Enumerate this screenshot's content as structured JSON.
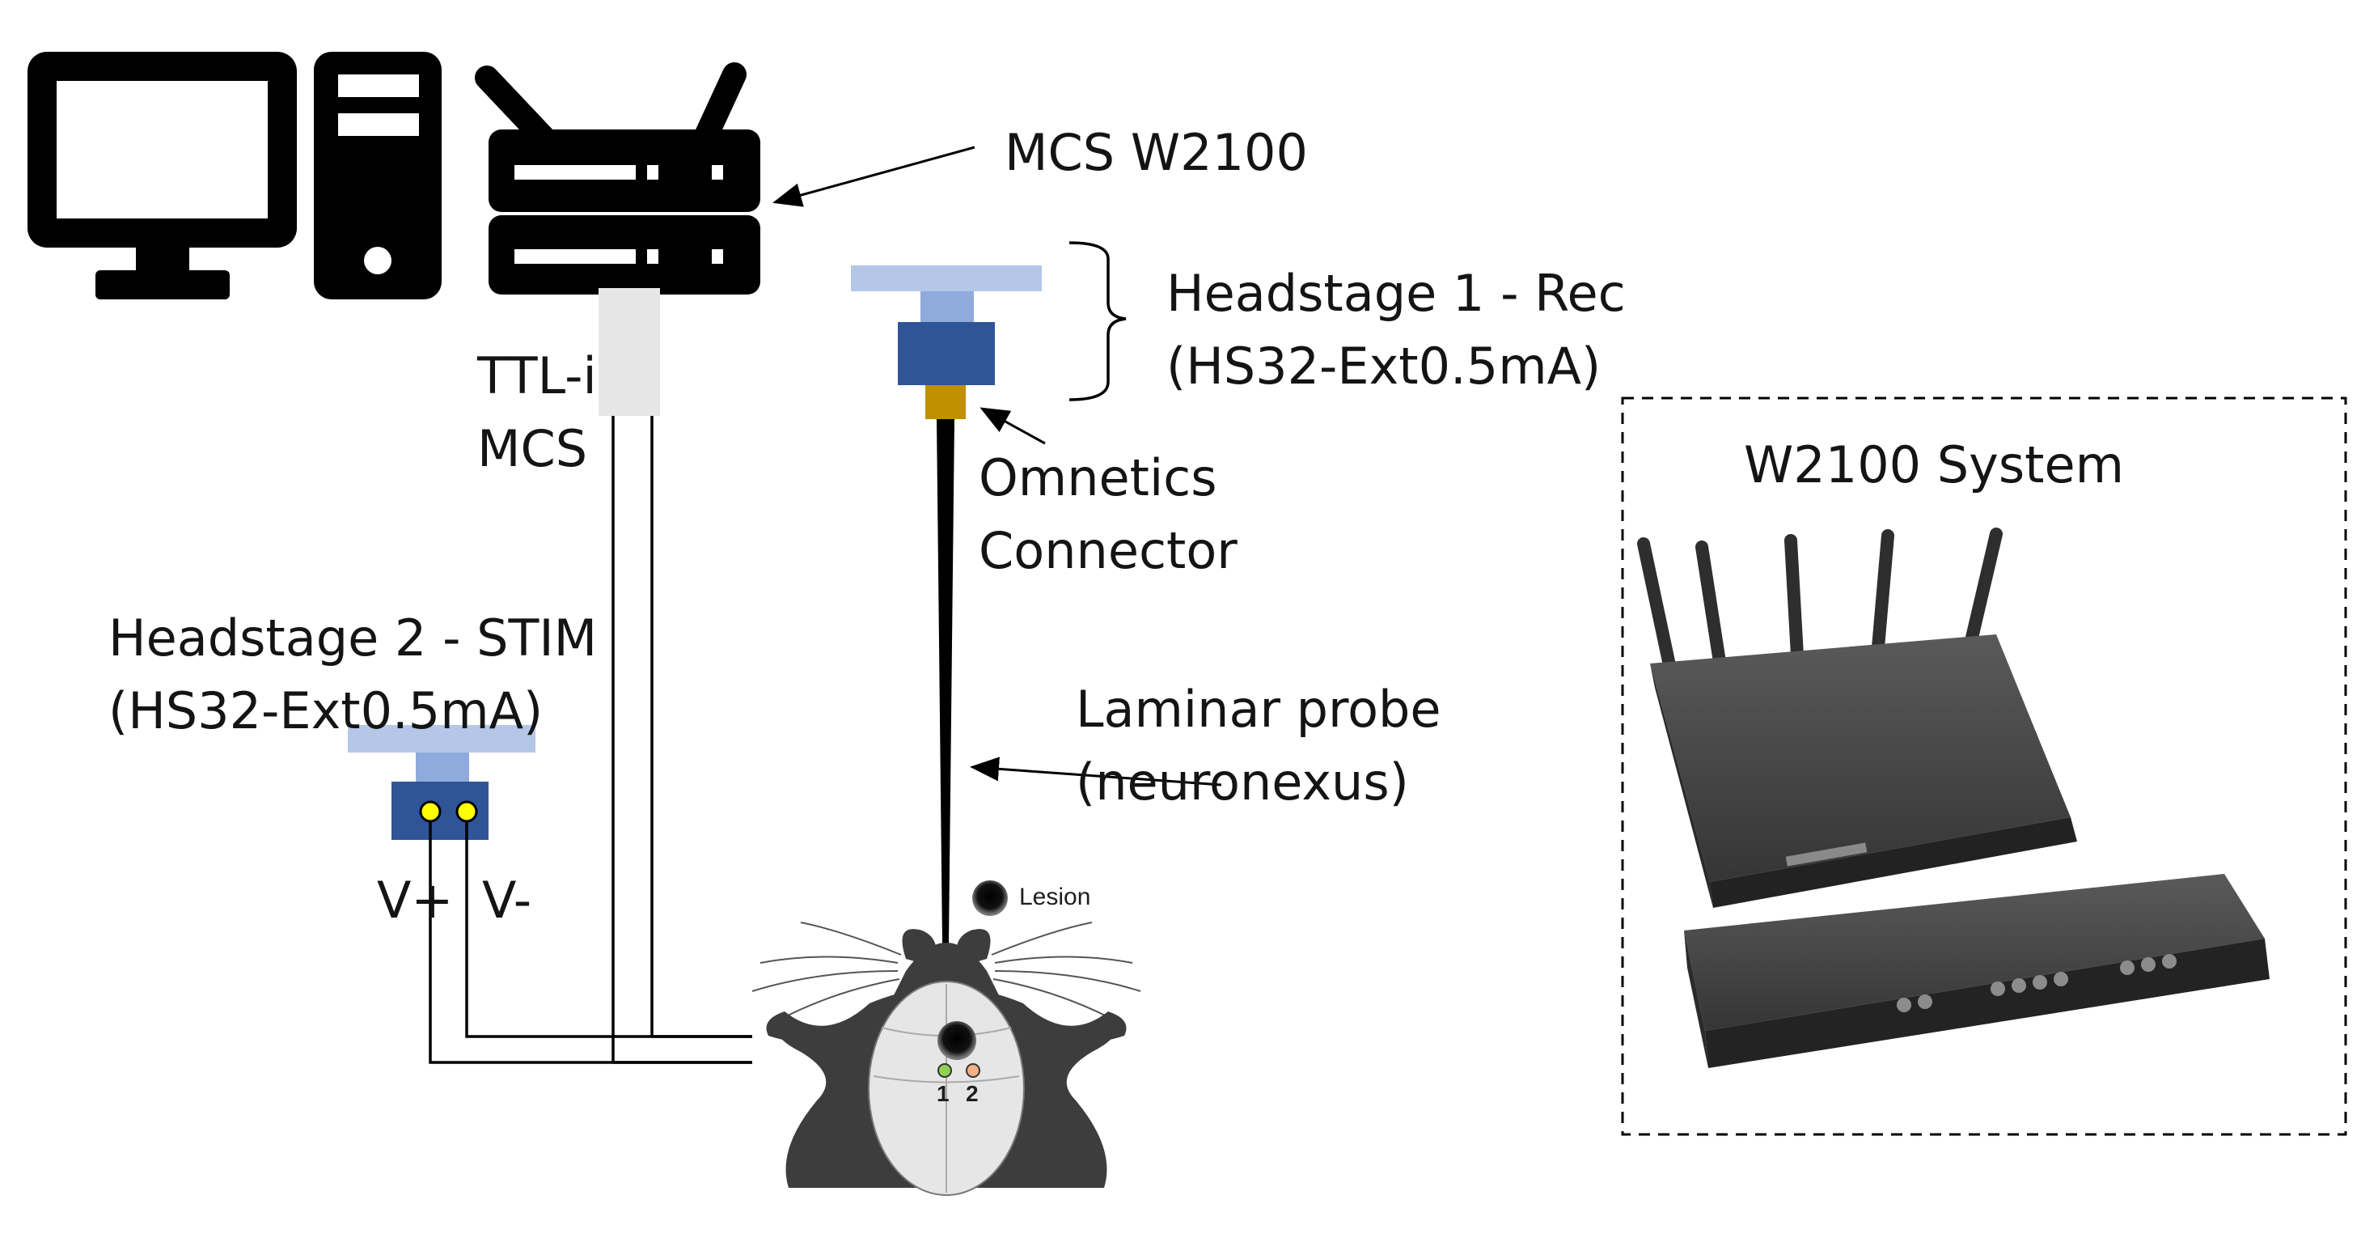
{
  "labels": {
    "mcs_w2100": "MCS W2100",
    "headstage1_line1": "Headstage 1 - Rec",
    "headstage1_line2": "(HS32-Ext0.5mA)",
    "ttl_line1": "TTL-i",
    "ttl_line2": "MCS",
    "omnetics_line1": "Omnetics",
    "omnetics_line2": "Connector",
    "headstage2_line1": "Headstage 2 - STIM",
    "headstage2_line2": "(HS32-Ext0.5mA)",
    "laminar_line1": "Laminar probe",
    "laminar_line2": "(neuronexus)",
    "v_plus": "V+",
    "v_minus": "V-",
    "lesion": "Lesion",
    "site_1": "1",
    "site_2": "2",
    "w2100_system": "W2100 System"
  },
  "colors": {
    "icon": "#000000",
    "headstage_top": "#b4c7e7",
    "headstage_neck": "#8faadc",
    "headstage_body": "#2f5597",
    "connector": "#bf9000",
    "cable": "#e7e6e6",
    "stim_contact": "#ffff00",
    "mouse": "#3d3d3d",
    "skull": "#e6e6e6",
    "site1": "#92d050",
    "site2": "#f4b183",
    "device": "#3f3f3f"
  },
  "icons": [
    "monitor-icon",
    "computer-tower-icon",
    "wireless-router-icon"
  ]
}
